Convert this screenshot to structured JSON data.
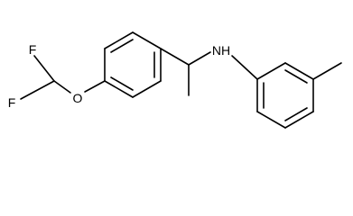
{
  "molecule": {
    "atom_labels": {
      "fluorine_top": "F",
      "fluorine_bottom": "F",
      "oxygen": "O",
      "amine": "NH"
    }
  }
}
